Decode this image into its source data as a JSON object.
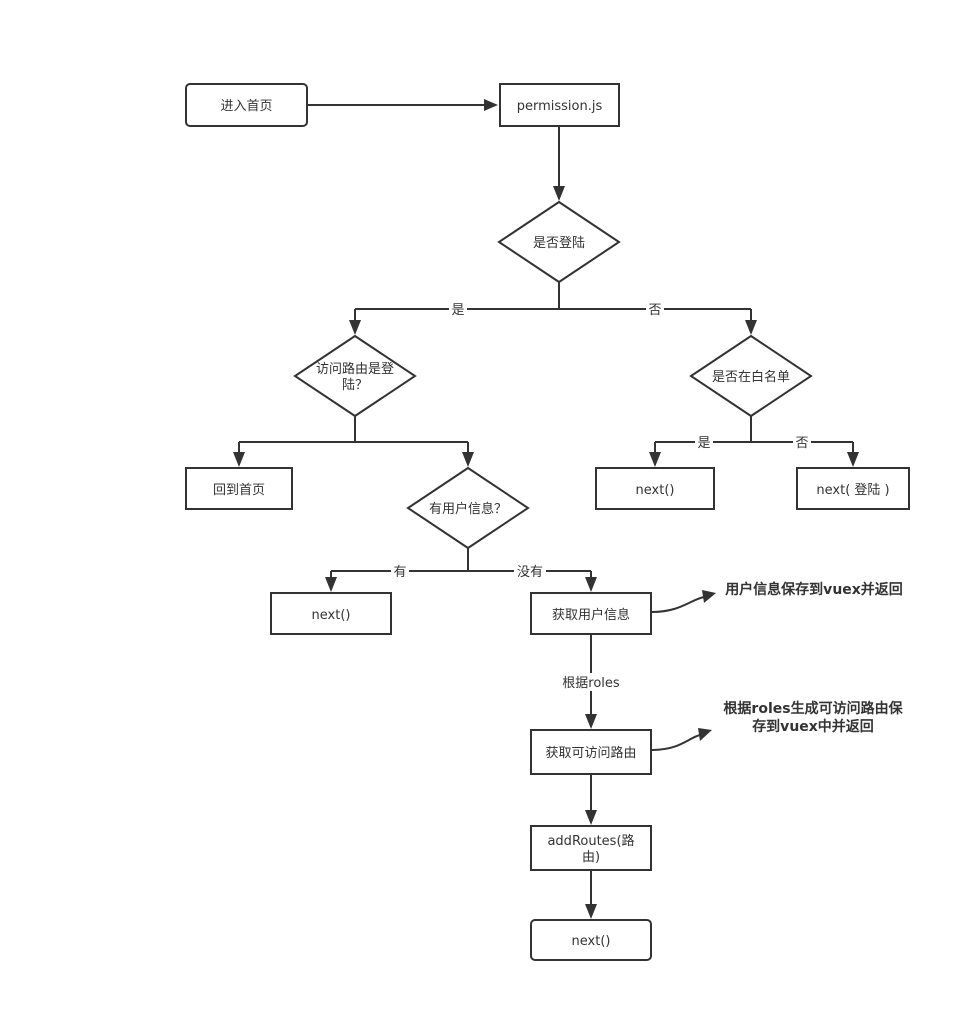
{
  "nodes": {
    "enter_home": "进入首页",
    "permission_js": "permission.js",
    "is_logged_in": "是否登陆",
    "route_is_login_1": "访问路由是登",
    "route_is_login_2": "陆？",
    "back_home": "回到首页",
    "has_user_info": "有用户信息？",
    "in_whitelist": "是否在白名单",
    "next_wl": "next()",
    "next_login": "next( 登陆 )",
    "next_has_info": "next()",
    "get_user_info": "获取用户信息",
    "get_routes": "获取可访问路由",
    "add_routes_1": "addRoutes(路",
    "add_routes_2": "由)",
    "next_final": "next()"
  },
  "edge_labels": {
    "yes": "是",
    "no": "否",
    "wl_yes": "是",
    "wl_no": "否",
    "has": "有",
    "has_not": "没有",
    "by_roles": "根据roles"
  },
  "notes": {
    "save_user_info": "用户信息保存到vuex并返回",
    "gen_routes_1": "根据roles生成可访问路由保",
    "gen_routes_2": "存到vuex中并返回"
  }
}
